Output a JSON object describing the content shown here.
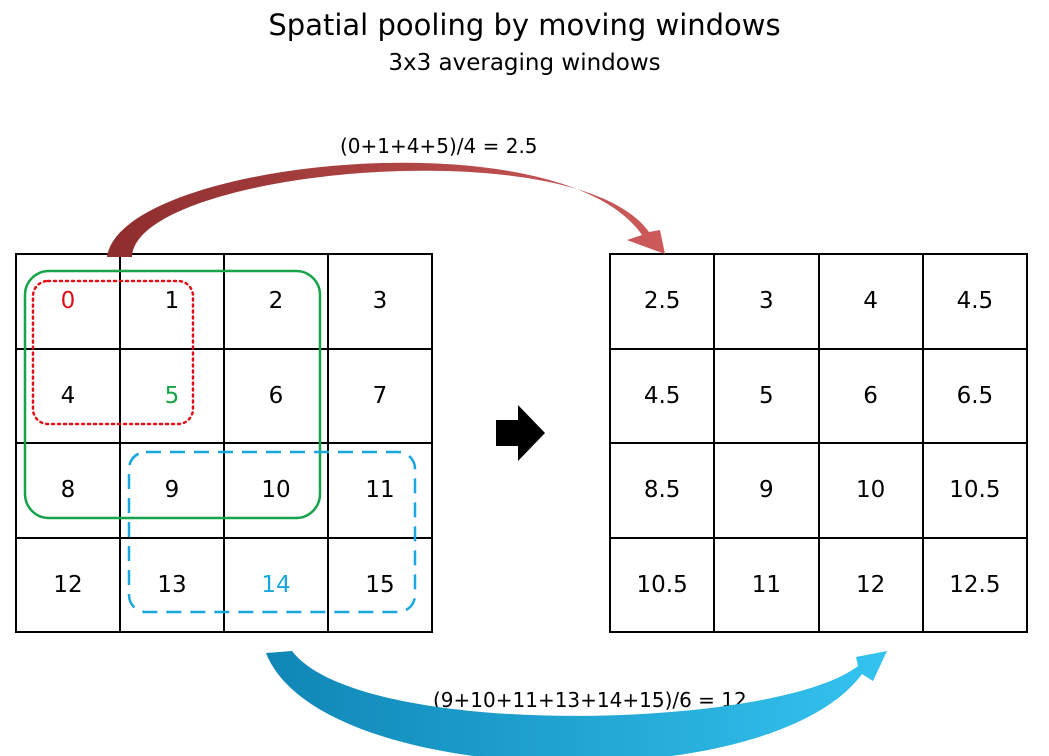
{
  "title": "Spatial pooling by moving windows",
  "subtitle": "3x3 averaging windows",
  "formula_top": "(0+1+4+5)/4 = 2.5",
  "formula_bottom": "(9+10+11+13+14+15)/6 = 12",
  "input_grid": [
    "0",
    "1",
    "2",
    "3",
    "4",
    "5",
    "6",
    "7",
    "8",
    "9",
    "10",
    "11",
    "12",
    "13",
    "14",
    "15"
  ],
  "output_grid": [
    "2.5",
    "3",
    "4",
    "4.5",
    "4.5",
    "5",
    "6",
    "6.5",
    "8.5",
    "9",
    "10",
    "10.5",
    "10.5",
    "11",
    "12",
    "12.5"
  ],
  "highlight_colors": {
    "red_window": "#e0101a",
    "green_window": "#16a34a",
    "blue_window": "#1aa7e0",
    "top_arrow": "#b54444",
    "bottom_arrow": "#1a8fd0"
  },
  "highlighted_cells": {
    "0": "#e0101a",
    "5": "#16a34a",
    "14": "#1aa7e0"
  }
}
